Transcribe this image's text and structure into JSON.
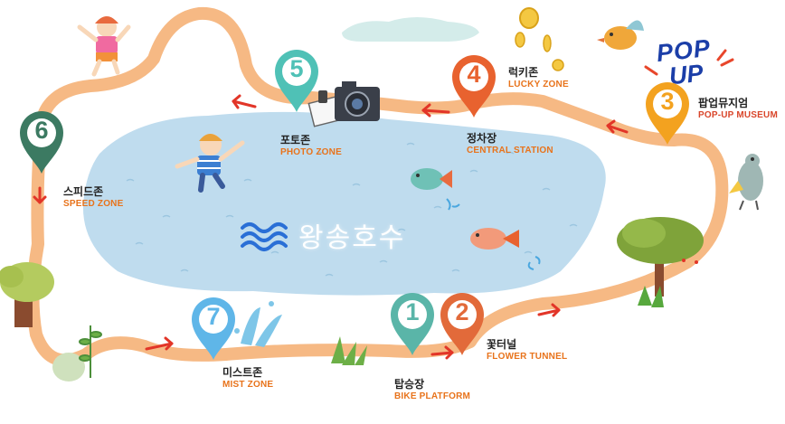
{
  "lake": {
    "name": "왕송호수"
  },
  "colors": {
    "path": "#f6b984",
    "lake": "#bfdcee",
    "label_orange": "#e8731b",
    "label_red": "#d9462b"
  },
  "popup_logo": {
    "line1": "POP",
    "line2": "UP"
  },
  "stops": [
    {
      "number": "1",
      "name_ko": "탑승장",
      "name_en": "BIKE PLATFORM",
      "color": "#5ab5a8",
      "icon": "map-pin-icon"
    },
    {
      "number": "2",
      "name_ko": "꽃터널",
      "name_en": "FLOWER TUNNEL",
      "color": "#e26a3a",
      "icon": "map-pin-icon"
    },
    {
      "number": "3",
      "name_ko": "팝업뮤지엄",
      "name_en": "POP-UP MUSEUM",
      "color": "#f3a21f",
      "icon": "map-pin-icon"
    },
    {
      "number": "4",
      "name_ko": "럭키존",
      "name_en": "LUCKY ZONE",
      "color": "#e8622f",
      "icon": "map-pin-icon"
    },
    {
      "number": "5",
      "name_ko": "포토존",
      "name_en": "PHOTO ZONE",
      "color": "#4fc1b6",
      "icon": "map-pin-icon"
    },
    {
      "number": "6",
      "name_ko": "스피드존",
      "name_en": "SPEED ZONE",
      "color": "#3c7a62",
      "icon": "map-pin-icon"
    },
    {
      "number": "7",
      "name_ko": "미스트존",
      "name_en": "MIST ZONE",
      "color": "#5fb6e8",
      "icon": "map-pin-icon"
    }
  ],
  "extra_labels": [
    {
      "name_ko": "정차장",
      "name_en": "CENTRAL STATION"
    }
  ],
  "illustrations": [
    "waves-icon",
    "camera-icon",
    "coins-icon",
    "bird-icon",
    "fish-icon",
    "tree-icon",
    "child-icon"
  ]
}
